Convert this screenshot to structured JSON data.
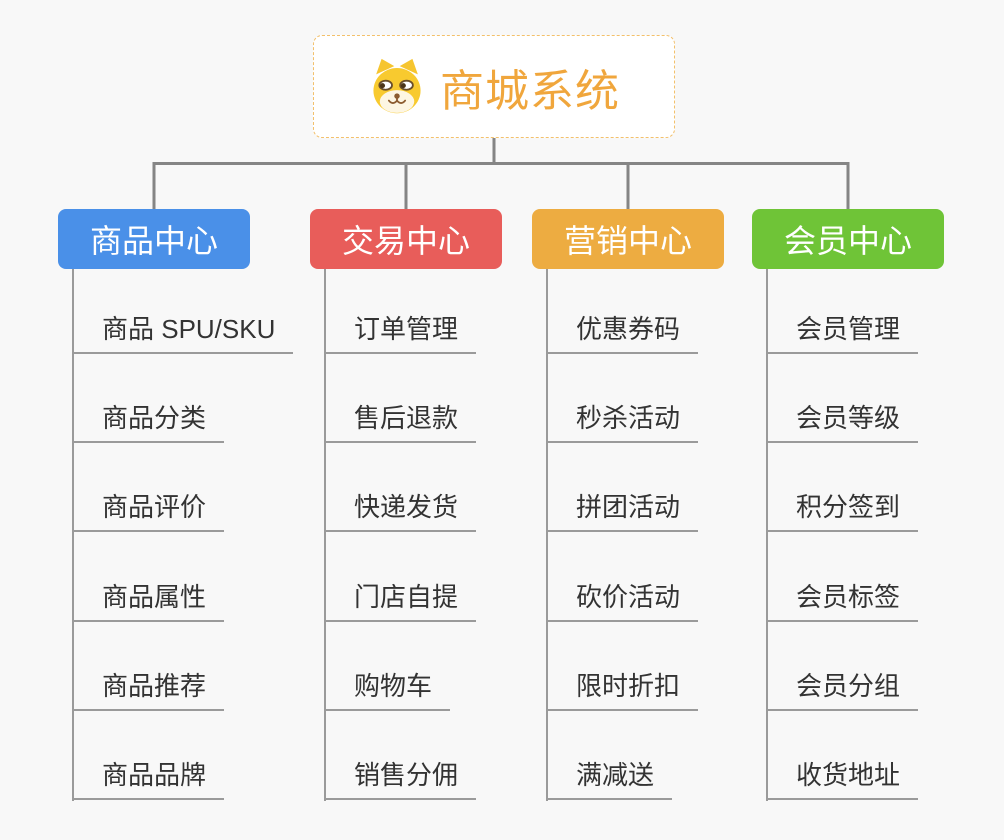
{
  "root": {
    "title": "商城系统",
    "icon": "dog-icon"
  },
  "branches": [
    {
      "label": "商品中心",
      "color": "#4A90E8",
      "children": [
        "商品 SPU/SKU",
        "商品分类",
        "商品评价",
        "商品属性",
        "商品推荐",
        "商品品牌"
      ]
    },
    {
      "label": "交易中心",
      "color": "#E85D5A",
      "children": [
        "订单管理",
        "售后退款",
        "快递发货",
        "门店自提",
        "购物车",
        "销售分佣"
      ]
    },
    {
      "label": "营销中心",
      "color": "#EDAC41",
      "children": [
        "优惠券码",
        "秒杀活动",
        "拼团活动",
        "砍价活动",
        "限时折扣",
        "满减送"
      ]
    },
    {
      "label": "会员中心",
      "color": "#6FC437",
      "children": [
        "会员管理",
        "会员等级",
        "积分签到",
        "会员标签",
        "会员分组",
        "收货地址"
      ]
    }
  ],
  "colors": {
    "canvas_bg": "#F8F8F8",
    "root_accent": "#F0A63C",
    "root_border": "#F3C06B",
    "connector_line": "#858585",
    "leaf_line": "#9A9A9A",
    "leaf_text": "#333333",
    "branch_text": "#FFFFFF"
  }
}
